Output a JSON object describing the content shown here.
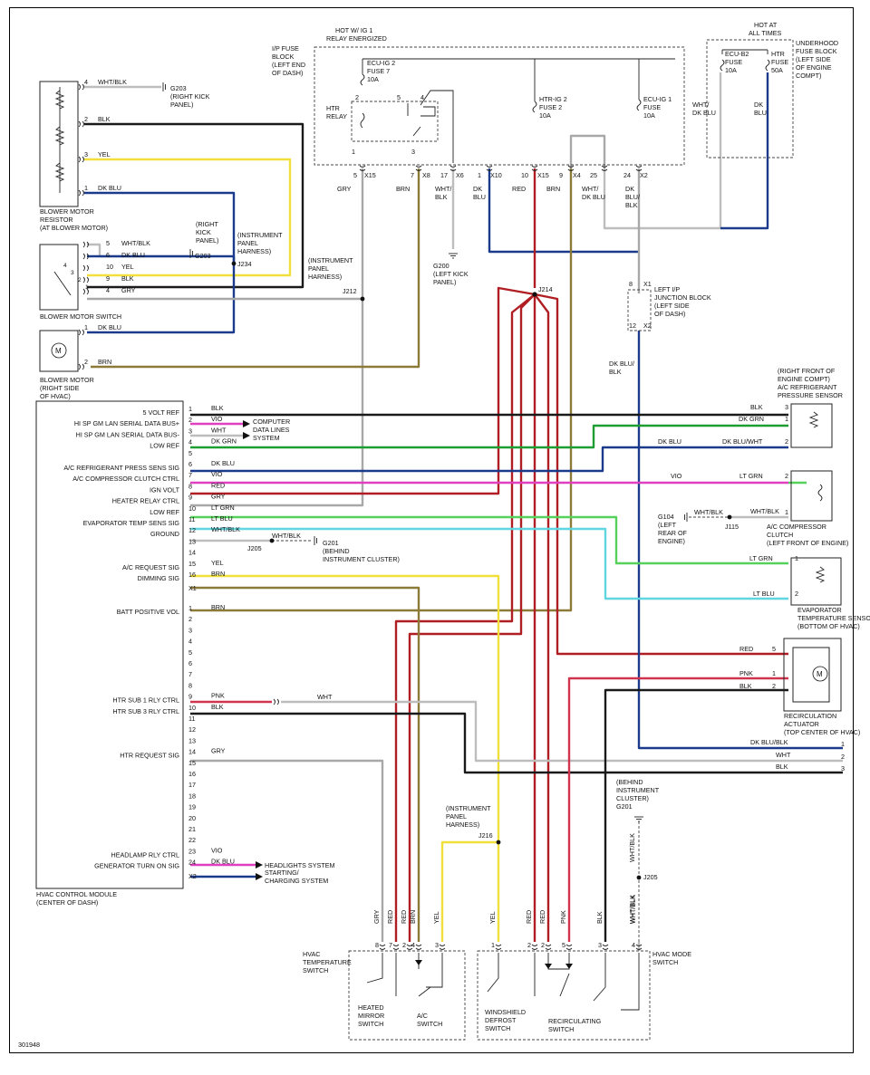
{
  "colors": {
    "BLK": "#1a1a1a",
    "YEL": "#f2e03a",
    "DKBLU": "#1b3a8c",
    "GRY": "#a8a8a8",
    "BRN": "#8c7a38",
    "RED": "#b01e23",
    "VIO": "#e03fc0",
    "WHT": "#bdbdbd",
    "DKGRN": "#1e9e32",
    "LTGRN": "#56d15c",
    "LTBLU": "#5fd6e0",
    "PNK": "#d1344e"
  },
  "figure_id": "301948",
  "hvac": {
    "title": "HVAC CONTROL MODULE",
    "subtitle": "(CENTER OF DASH)",
    "connector_x1": "X1",
    "connector_x2": "X2",
    "pins": [
      {
        "n": "1",
        "label": "5 VOLT REF",
        "wire": "BLK"
      },
      {
        "n": "2",
        "label": "HI SP GM LAN SERIAL DATA BUS+",
        "wire": "VIO"
      },
      {
        "n": "3",
        "label": "HI SP GM LAN SERIAL DATA BUS-",
        "wire": "WHT"
      },
      {
        "n": "4",
        "label": "LOW REF",
        "wire": "DK GRN"
      },
      {
        "n": "5",
        "label": "",
        "wire": ""
      },
      {
        "n": "6",
        "label": "A/C REFRIGERANT PRESS SENS SIG",
        "wire": "DK BLU"
      },
      {
        "n": "7",
        "label": "A/C COMPRESSOR CLUTCH CTRL",
        "wire": "VIO"
      },
      {
        "n": "8",
        "label": "IGN VOLT",
        "wire": "RED"
      },
      {
        "n": "9",
        "label": "HEATER RELAY CTRL",
        "wire": "GRY"
      },
      {
        "n": "10",
        "label": "LOW REF",
        "wire": "LT GRN"
      },
      {
        "n": "11",
        "label": "EVAPORATOR TEMP SENS SIG",
        "wire": "LT BLU"
      },
      {
        "n": "12",
        "label": "GROUND",
        "wire": "WHT/BLK"
      },
      {
        "n": "13",
        "label": "",
        "wire": ""
      },
      {
        "n": "14",
        "label": "",
        "wire": ""
      },
      {
        "n": "15",
        "label": "A/C REQUEST SIG",
        "wire": "YEL"
      },
      {
        "n": "16",
        "label": "DIMMING SIG",
        "wire": "BRN"
      }
    ],
    "pins_x2": [
      {
        "n": "1",
        "label": "BATT POSITIVE VOL",
        "wire": "BRN"
      },
      {
        "n": "2",
        "label": "",
        "wire": ""
      },
      {
        "n": "3",
        "label": "",
        "wire": ""
      },
      {
        "n": "4",
        "label": "",
        "wire": ""
      },
      {
        "n": "5",
        "label": "",
        "wire": ""
      },
      {
        "n": "6",
        "label": "",
        "wire": ""
      },
      {
        "n": "7",
        "label": "",
        "wire": ""
      },
      {
        "n": "8",
        "label": "",
        "wire": ""
      },
      {
        "n": "9",
        "label": "HTR SUB 1 RLY CTRL",
        "wire": "PNK"
      },
      {
        "n": "10",
        "label": "HTR SUB 3 RLY CTRL",
        "wire": "BLK"
      },
      {
        "n": "11",
        "label": "",
        "wire": ""
      },
      {
        "n": "12",
        "label": "",
        "wire": ""
      },
      {
        "n": "13",
        "label": "",
        "wire": ""
      },
      {
        "n": "14",
        "label": "HTR REQUEST SIG",
        "wire": "GRY"
      },
      {
        "n": "15",
        "label": "",
        "wire": ""
      },
      {
        "n": "16",
        "label": "",
        "wire": ""
      },
      {
        "n": "17",
        "label": "",
        "wire": ""
      },
      {
        "n": "18",
        "label": "",
        "wire": ""
      },
      {
        "n": "19",
        "label": "",
        "wire": ""
      },
      {
        "n": "20",
        "label": "",
        "wire": ""
      },
      {
        "n": "21",
        "label": "",
        "wire": ""
      },
      {
        "n": "22",
        "label": "",
        "wire": ""
      },
      {
        "n": "23",
        "label": "HEADLAMP RLY CTRL",
        "wire": "VIO"
      },
      {
        "n": "24",
        "label": "GENERATOR TURN ON SIG",
        "wire": "DK BLU"
      }
    ],
    "x2_last": "X2"
  },
  "labels": {
    "hot_ig": "HOT W/ IG 1",
    "relay_energized": "RELAY ENERGIZED",
    "hot_at": "HOT AT",
    "all_times": "ALL TIMES",
    "ip_fuse_block": [
      "I/P FUSE",
      "BLOCK",
      "(LEFT END",
      "OF DASH)"
    ],
    "underhood": [
      "UNDERHOOD",
      "FUSE BLOCK",
      "(LEFT SIDE",
      "OF ENGINE",
      "COMPT)"
    ],
    "ecu_ig2": [
      "ECU-IG 2",
      "FUSE 7",
      "10A"
    ],
    "htr_relay": [
      "HTR",
      "RELAY"
    ],
    "htr_ig2": [
      "HTR-IG 2",
      "FUSE 2",
      "10A"
    ],
    "ecu_ig1": [
      "ECU-IG 1",
      "FUSE",
      "10A"
    ],
    "ecu_b2": [
      "ECU-B2",
      "FUSE",
      "10A"
    ],
    "htr_fuse": [
      "HTR",
      "FUSE",
      "50A"
    ],
    "fuse_pins": [
      "5",
      "X15",
      "7",
      "X8",
      "17",
      "X6",
      "1",
      "X10",
      "10",
      "X15",
      "9",
      "X4",
      "25",
      "24",
      "X2"
    ],
    "relay_pins": [
      "2",
      "5",
      "4",
      "1",
      "3"
    ],
    "wire_gry": "GRY",
    "wire_brn": "BRN",
    "wire_whtblk": [
      "WHT/",
      "BLK"
    ],
    "wire_dkblu": [
      "DK",
      "BLU"
    ],
    "wire_red": "RED",
    "wire_brn2": "BRN",
    "wire_whtdkblu": [
      "WHT/",
      "DK BLU"
    ],
    "wire_dkblublk": [
      "DK",
      "BLU/",
      "BLK"
    ],
    "uh_wire1": [
      "WHT/",
      "DK BLU"
    ],
    "uh_wire2": [
      "DK",
      "BLU"
    ],
    "g203": [
      "G203",
      "(RIGHT KICK",
      "PANEL)"
    ],
    "g200": [
      "G200",
      "(LEFT KICK",
      "PANEL)"
    ],
    "blower_resistor": [
      "BLOWER MOTOR",
      "RESISTOR",
      "(AT BLOWER MOTOR)"
    ],
    "blower_switch": "BLOWER MOTOR SWITCH",
    "blower_motor": [
      "BLOWER MOTOR",
      "(RIGHT SIDE",
      "OF HVAC)"
    ],
    "res_wires": [
      [
        "4",
        "WHT/BLK"
      ],
      [
        "2",
        "BLK"
      ],
      [
        "3",
        "YEL"
      ],
      [
        "1",
        "DK BLU"
      ]
    ],
    "sw_wires": [
      [
        "5",
        "WHT/BLK"
      ],
      [
        "6",
        "DK BLU"
      ],
      [
        "10",
        "YEL"
      ],
      [
        "9",
        "BLK"
      ],
      [
        "4",
        "GRY"
      ]
    ],
    "sw_internal": [
      "4",
      "3",
      "2",
      "1"
    ],
    "motor_wires": [
      [
        "1",
        "DK BLU"
      ],
      [
        "2",
        "BRN"
      ]
    ],
    "right_kick": [
      "(RIGHT",
      "KICK",
      "PANEL)"
    ],
    "g203b": "G203",
    "ip_harness": [
      "(INSTRUMENT",
      "PANEL",
      "HARNESS)"
    ],
    "j234": "J234",
    "ip_harness2": [
      "(INSTRUMENT",
      "PANEL",
      "HARNESS)"
    ],
    "j212": "J212",
    "j214": "J214",
    "left_jb": [
      "LEFT I/P",
      "JUNCTION BLOCK",
      "(LEFT SIDE",
      "OF DASH)"
    ],
    "jb_pins": [
      "8",
      "X1",
      "12",
      "X2"
    ],
    "dkblublk": [
      "DK BLU/",
      "BLK"
    ],
    "computer_data": [
      "COMPUTER",
      "DATA LINES",
      "SYSTEM"
    ],
    "pressure_sensor": [
      "(RIGHT FRONT OF",
      "ENGINE COMPT)",
      "A/C REFRIGERANT",
      "PRESSURE SENSOR"
    ],
    "ps_wires": [
      [
        "BLK",
        "3"
      ],
      [
        "DK GRN",
        "1"
      ],
      [
        "DK BLU/WHT",
        "2"
      ]
    ],
    "dkblu_mid": "DK BLU",
    "vio_mid": "VIO",
    "ltgrn_comp": "LT GRN",
    "compressor": [
      "A/C COMPRESSOR",
      "CLUTCH",
      "(LEFT FRONT OF ENGINE)"
    ],
    "comp_pins": [
      "2",
      "1"
    ],
    "g104": [
      "G104",
      "(LEFT",
      "REAR OF",
      "ENGINE)"
    ],
    "whtblk_g104": "WHT/BLK",
    "whtblk1": "WHT/BLK",
    "j115": "J115",
    "j205": "J205",
    "g201": [
      "G201",
      "(BEHIND",
      "INSTRUMENT CLUSTER)"
    ],
    "whtblk12": "WHT/BLK",
    "evap": [
      "EVAPORATOR",
      "TEMPERATURE SENSOR",
      "(BOTTOM OF HVAC)"
    ],
    "evap_wires": [
      [
        "LT GRN",
        "1"
      ],
      [
        "LT BLU",
        "2"
      ]
    ],
    "recirc": [
      "RECIRCULATION",
      "ACTUATOR",
      "(TOP CENTER OF HVAC)"
    ],
    "recirc_wires": [
      [
        "RED",
        "5"
      ],
      [
        "PNK",
        "1"
      ],
      [
        "BLK",
        "2"
      ]
    ],
    "right_end": [
      [
        "DK BLU/BLK",
        "1"
      ],
      [
        "WHT",
        "2"
      ],
      [
        "BLK",
        "3"
      ]
    ],
    "wht_mid": "WHT",
    "headlights": [
      "HEADLIGHTS SYSTEM"
    ],
    "charging": [
      "STARTING/",
      "CHARGING SYSTEM"
    ],
    "ip_harness3": [
      "(INSTRUMENT",
      "PANEL",
      "HARNESS)"
    ],
    "j216": "J216",
    "g201b": [
      "(BEHIND",
      "INSTRUMENT",
      "CLUSTER)",
      "G201"
    ],
    "whtblk_v": "WHT/BLK",
    "j205b": "J205",
    "whtblk_v2": "WHT/BLK",
    "temp_switch": [
      "HVAC",
      "TEMPERATURE",
      "SWITCH"
    ],
    "mode_switch": [
      "HVAC MODE",
      "SWITCH"
    ],
    "bottom_wires": [
      "GRY",
      "RED",
      "RED",
      "BRN",
      "YEL",
      "YEL",
      "RED",
      "RED",
      "PNK",
      "BLK",
      "WHT/BLK"
    ],
    "bottom_pins": [
      "8",
      "7",
      "2",
      "4",
      "3",
      "1",
      "2",
      "2",
      "5",
      "3",
      "4"
    ],
    "heated_mirror": [
      "HEATED",
      "MIRROR",
      "SWITCH"
    ],
    "ac_switch": [
      "A/C",
      "SWITCH"
    ],
    "wsd": [
      "WINDSHIELD",
      "DEFROST",
      "SWITCH"
    ],
    "recirc_sw": [
      "RECIRCULATING",
      "SWITCH"
    ]
  }
}
